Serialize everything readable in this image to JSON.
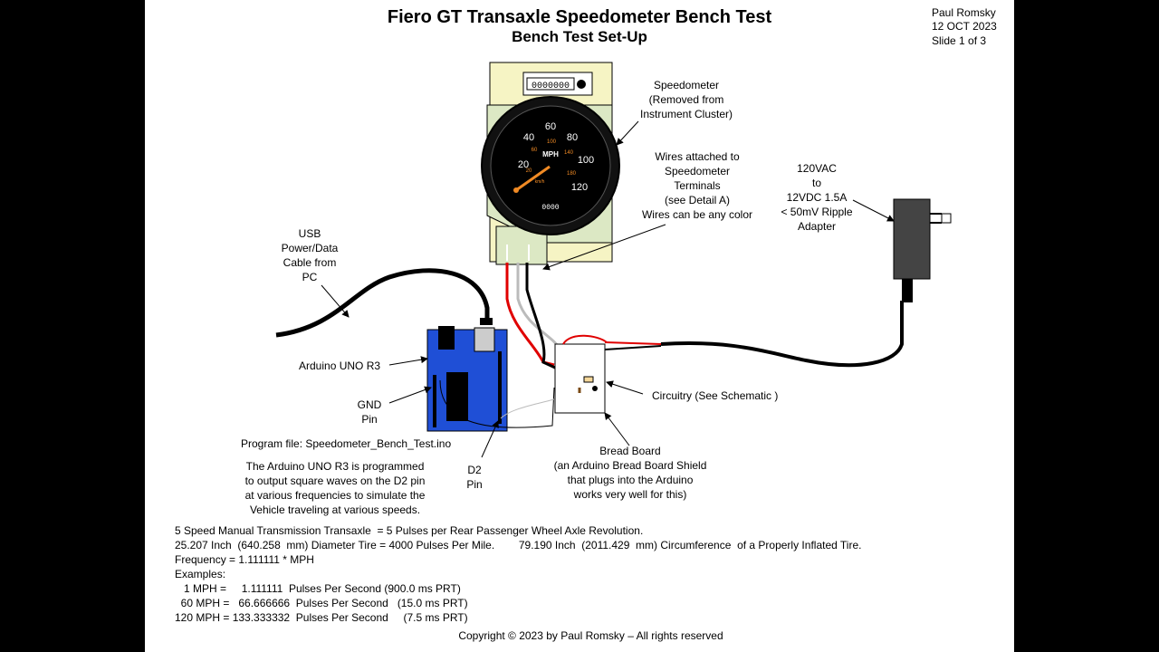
{
  "title": "Fiero GT Transaxle Speedometer Bench Test",
  "subtitle": "Bench Test Set-Up",
  "author": [
    "Paul Romsky",
    "12 OCT 2023",
    "Slide 1 of 3"
  ],
  "labels": {
    "speedometer": [
      "Speedometer",
      "(Removed from",
      "Instrument Cluster)"
    ],
    "wires": [
      "Wires attached to",
      "Speedometer",
      "Terminals",
      "(see Detail A)",
      "Wires can be any color"
    ],
    "adapter": [
      "120VAC",
      "to",
      "12VDC 1.5A",
      "< 50mV Ripple",
      "Adapter"
    ],
    "usb": [
      "USB",
      "Power/Data",
      "Cable from",
      "PC"
    ],
    "arduino": "Arduino UNO R3",
    "gnd": [
      "GND",
      "Pin"
    ],
    "circuitry": "Circuitry (See Schematic )",
    "program_file": "Program file: Speedometer_Bench_Test.ino",
    "program_desc": [
      "The Arduino UNO R3 is programmed",
      "to output square waves on the D2 pin",
      "at various frequencies to simulate the",
      "Vehicle traveling at various speeds."
    ],
    "d2": [
      "D2",
      "Pin"
    ],
    "breadboard": [
      "Bread Board",
      "(an Arduino Bread Board Shield",
      "that plugs into the Arduino",
      "works very well for this)"
    ]
  },
  "gauge": {
    "mph_ticks": [
      "20",
      "40",
      "60",
      "80",
      "100",
      "120"
    ],
    "kmh_ticks": [
      "20",
      "60",
      "100",
      "140",
      "180"
    ],
    "center_label": "MPH",
    "kmh_label": "km/h",
    "odometer": "0000000",
    "trip": "0000",
    "needle_color": "#f08a24"
  },
  "notes": [
    "5 Speed Manual Transmission Transaxle  = 5 Pulses per Rear Passenger Wheel Axle Revolution.",
    "25.207 Inch  (640.258  mm) Diameter Tire = 4000 Pulses Per Mile.        79.190 Inch  (2011.429  mm) Circumference  of a Properly Inflated Tire.",
    "Frequency = 1.111111 * MPH",
    "Examples:",
    "   1 MPH =     1.111111  Pulses Per Second (900.0 ms PRT)",
    "  60 MPH =   66.666666  Pulses Per Second   (15.0 ms PRT)",
    "120 MPH = 133.333332  Pulses Per Second     (7.5 ms PRT)"
  ],
  "copyright": "Copyright © 2023 by Paul Romsky – All rights reserved",
  "colors": {
    "board": "#1f4fd6",
    "housing": "#f6f4c4",
    "housing_green": "#dce8c4",
    "wire_red": "#e00000"
  }
}
